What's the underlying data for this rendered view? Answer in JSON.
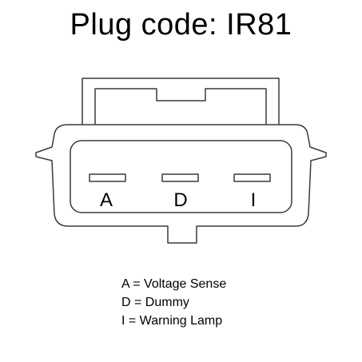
{
  "title": "Plug code: IR81",
  "pins": [
    {
      "letter": "A"
    },
    {
      "letter": "D"
    },
    {
      "letter": "I"
    }
  ],
  "legend": [
    "A = Voltage Sense",
    "D = Dummy",
    "I = Warning Lamp"
  ],
  "colors": {
    "stroke": "#3a3a3a",
    "text": "#000000",
    "background": "#ffffff"
  }
}
